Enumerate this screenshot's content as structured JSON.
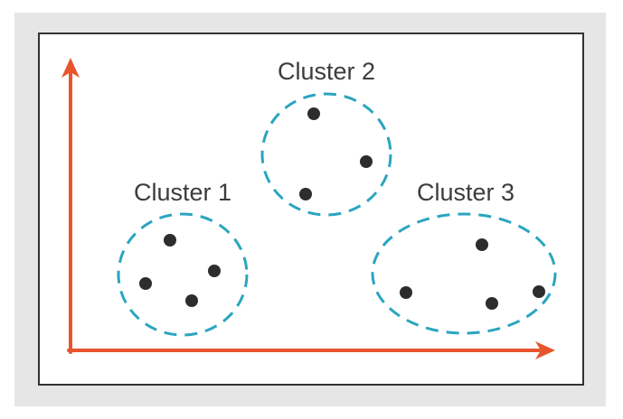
{
  "colors": {
    "axis": "#e8552c",
    "cluster_outline": "#2aa5c0",
    "point": "#2d2d2d",
    "label": "#3c3c3c",
    "frame_border": "#333333",
    "frame_background": "#e6e6e6"
  },
  "clusters": [
    {
      "label": "Cluster 1",
      "points": 4
    },
    {
      "label": "Cluster 2",
      "points": 3
    },
    {
      "label": "Cluster 3",
      "points": 4
    }
  ]
}
